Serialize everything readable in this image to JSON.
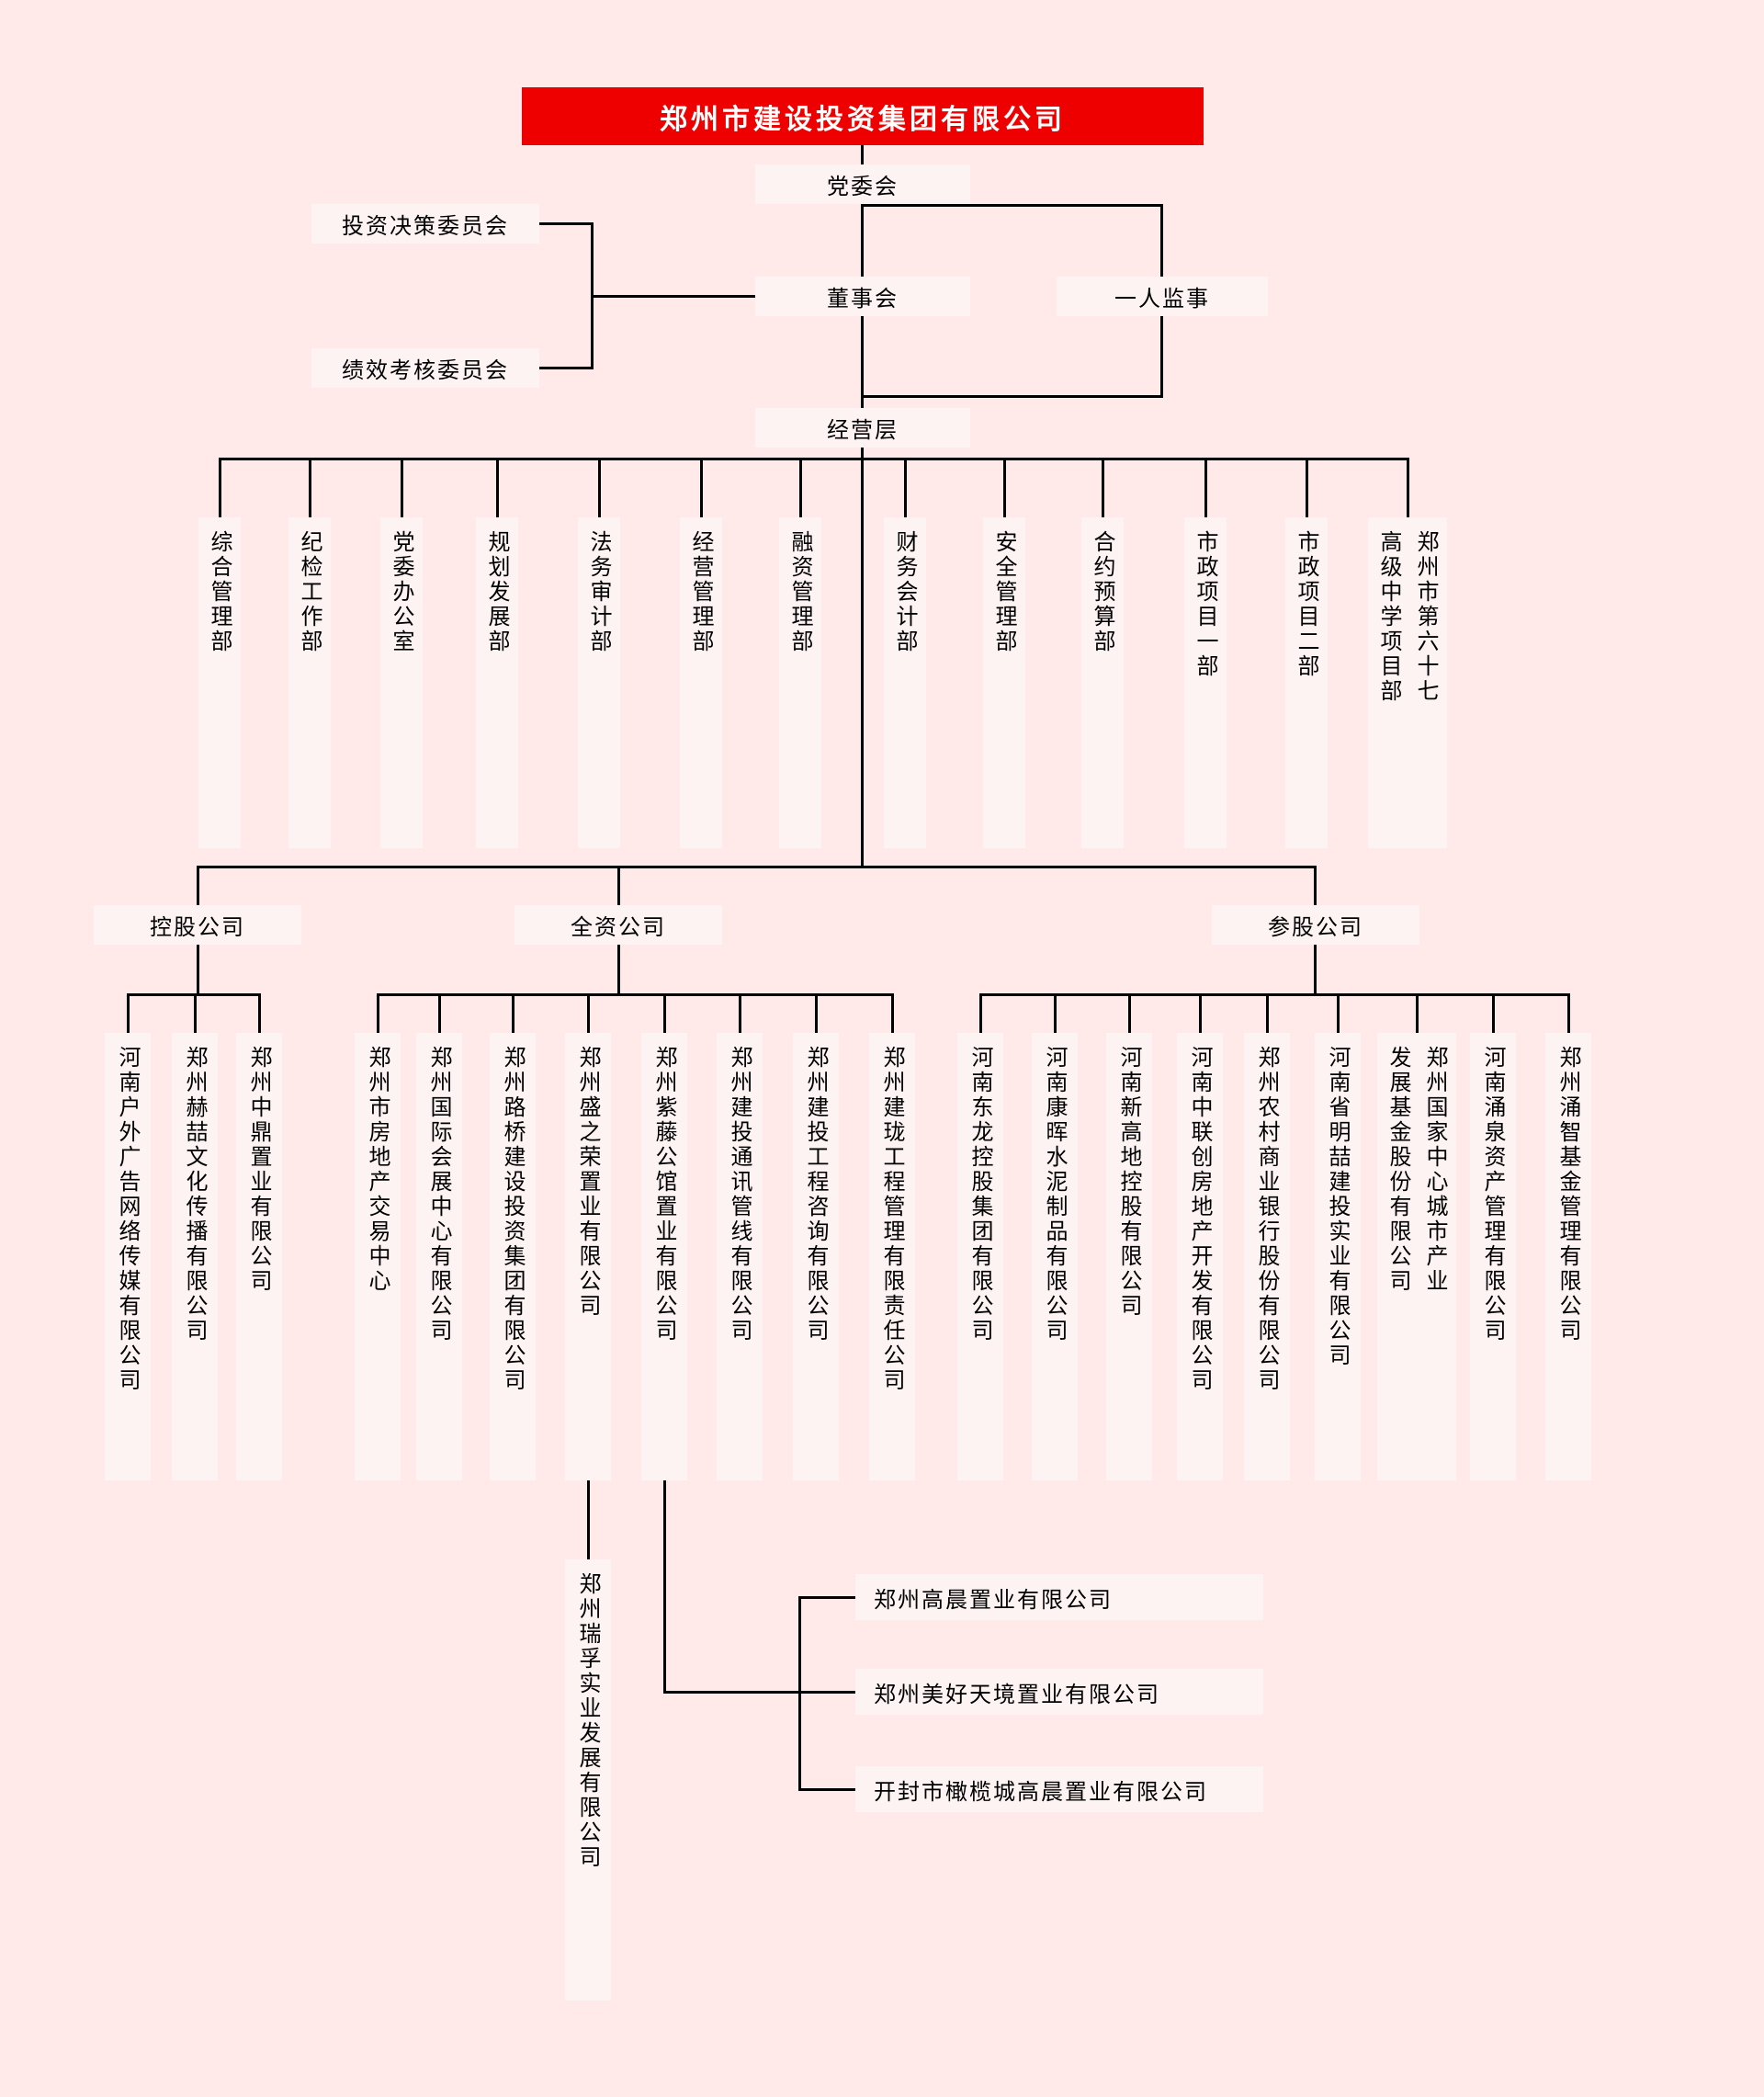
{
  "colors": {
    "background": "#ffe9e9",
    "box_background": "#fdf3f3",
    "banner_background": "#ee0000",
    "banner_text": "#ffffff",
    "line": "#000000"
  },
  "root": {
    "title": "郑州市建设投资集团有限公司"
  },
  "governance": {
    "party_committee": "党委会",
    "investment_decision_committee": "投资决策委员会",
    "performance_assessment_committee": "绩效考核委员会",
    "board_of_directors": "董事会",
    "sole_supervisor": "一人监事",
    "management_layer": "经营层"
  },
  "departments": [
    "综合管理部",
    "纪检工作部",
    "党委办公室",
    "规划发展部",
    "法务审计部",
    "经营管理部",
    "融资管理部",
    "财务会计部",
    "安全管理部",
    "合约预算部",
    "市政项目一部",
    "市政项目二部",
    "郑州市第六十七高级中学项目部"
  ],
  "groups": {
    "holding": {
      "label": "控股公司",
      "companies": [
        "河南户外广告网络传媒有限公司",
        "郑州赫喆文化传播有限公司",
        "郑州中鼎置业有限公司"
      ]
    },
    "wholly_owned": {
      "label": "全资公司",
      "companies": [
        "郑州市房地产交易中心",
        "郑州国际会展中心有限公司",
        "郑州路桥建设投资集团有限公司",
        "郑州盛之荣置业有限公司",
        "郑州紫藤公馆置业有限公司",
        "郑州建投通讯管线有限公司",
        "郑州建投工程咨询有限公司",
        "郑州建珑工程管理有限责任公司"
      ]
    },
    "participating": {
      "label": "参股公司",
      "companies": [
        "河南东龙控股集团有限公司",
        "河南康晖水泥制品有限公司",
        "河南新高地控股有限公司",
        "河南中联创房地产开发有限公司",
        "郑州农村商业银行股份有限公司",
        "河南省明喆建投实业有限公司",
        "郑州国家中心城市产业发展基金股份有限公司",
        "河南涌泉资产管理有限公司",
        "郑州涌智基金管理有限公司"
      ]
    }
  },
  "sub_companies": {
    "of_shengzhirong": [
      "郑州瑞孚实业发展有限公司"
    ],
    "of_ziteng": [
      "郑州高晨置业有限公司",
      "郑州美好天境置业有限公司",
      "开封市橄榄城高晨置业有限公司"
    ]
  }
}
